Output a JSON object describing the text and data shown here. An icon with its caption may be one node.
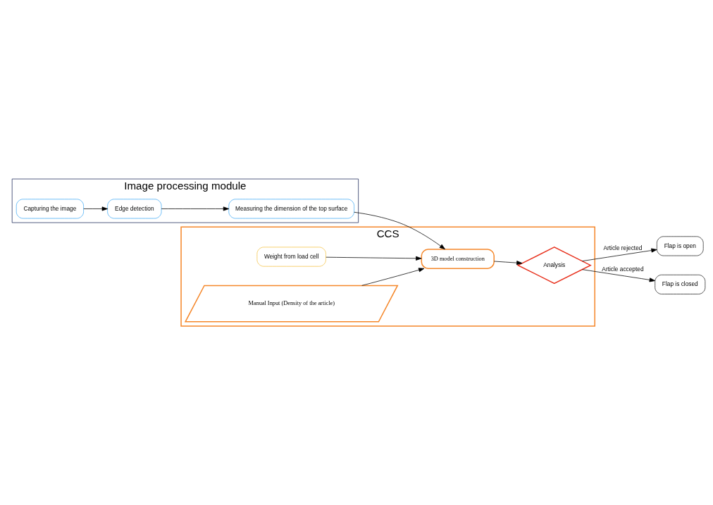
{
  "diagram": {
    "nodes": [
      {
        "text": [
          "Image processing module"
        ]
      },
      {
        "text": [
          "Capturing the image"
        ],
        "in": 0
      },
      {
        "text": [
          "Edge detection"
        ],
        "in": 0
      },
      {
        "text": [
          "Measuring the dimension of the top surface"
        ],
        "in": 0
      },
      {
        "text": [
          "CCS"
        ]
      },
      {
        "text": [
          "Weight from load cell"
        ],
        "in": 4
      },
      {
        "text": [
          "3D model construction"
        ],
        "in": 4
      },
      {
        "text": [
          "Manual Input (Density of the article)"
        ],
        "in": 4
      },
      {
        "text": [
          "Analysis"
        ],
        "in": 4
      },
      {
        "text": [
          "Flap is open"
        ]
      },
      {
        "text": [
          "Flap is closed"
        ]
      }
    ],
    "edges": [
      {
        "from": 1,
        "to": 2,
        "arrow": "to"
      },
      {
        "from": 2,
        "to": 3,
        "arrow": "to"
      },
      {
        "from": 3,
        "to": 6,
        "arrow": "to"
      },
      {
        "from": 5,
        "to": 6,
        "arrow": "to"
      },
      {
        "from": 7,
        "to": 6,
        "arrow": "to"
      },
      {
        "from": 6,
        "to": 8,
        "arrow": "to"
      },
      {
        "from": 8,
        "to": 9,
        "arrow": "to",
        "label": "Article rejected"
      },
      {
        "from": 8,
        "to": 10,
        "arrow": "to",
        "label": "Article accepted"
      }
    ]
  }
}
